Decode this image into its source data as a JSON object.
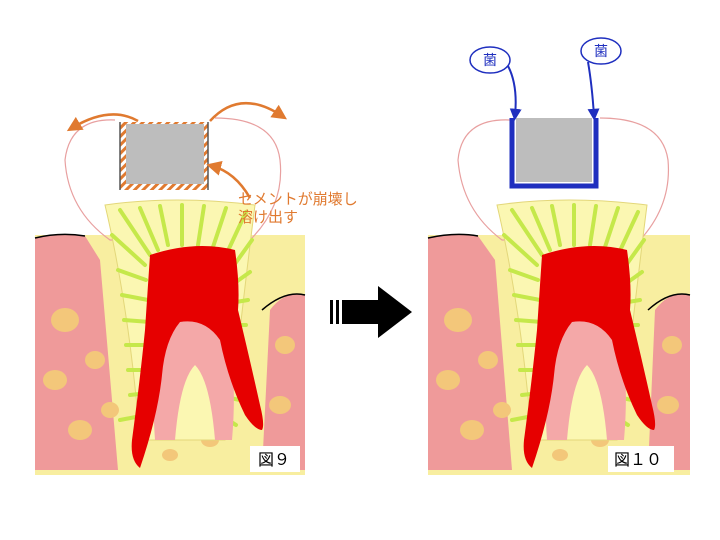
{
  "colors": {
    "bone": "#f8eea0",
    "bone_spots": "#f3c77a",
    "gum": "#ef9a9a",
    "tooth_outline": "#e8a0a0",
    "dentin": "#fbf7b2",
    "dentin_lines": "#c5e84a",
    "inner_root": "#f4a8a8",
    "pulp": "#e60000",
    "filling": "#bdbdbd",
    "cement_hatch": "#e07a30",
    "arrow_orange": "#e07a30",
    "arrow_black": "#000000",
    "bacteria_blue": "#1f2fbf"
  },
  "left": {
    "caption_line1": "セメントが崩壊し",
    "caption_line2": "溶け出す",
    "figure_label": "図９"
  },
  "right": {
    "bacteria_label_left": "菌",
    "bacteria_label_right": "菌",
    "figure_label": "図１０"
  },
  "icons": {
    "transition_arrow": "arrow-right-icon"
  }
}
